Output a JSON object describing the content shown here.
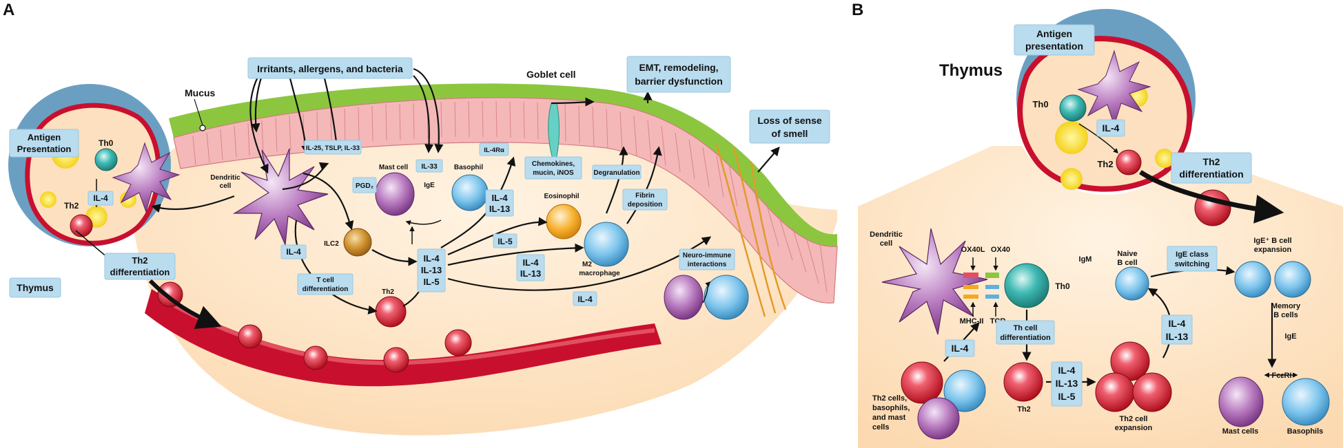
{
  "panels": {
    "a": {
      "letter": "A",
      "labels": {
        "irritants": "Irritants, allergens, and bacteria",
        "mucus": "Mucus",
        "goblet_cell": "Goblet cell",
        "emt_line1": "EMT, remodeling,",
        "emt_line2": "barrier dysfunction",
        "loss_line1": "Loss of sense",
        "loss_line2": "of smell",
        "antigen_line1": "Antigen",
        "antigen_line2": "Presentation",
        "th0": "Th0",
        "il4_thymus": "IL-4",
        "th2_thymus": "Th2",
        "th2diff_line1": "Th2",
        "th2diff_line2": "differentiation",
        "thymus": "Thymus",
        "dendritic_line1": "Dendritic",
        "dendritic_line2": "cell",
        "il25": "IL-25, TSLP, IL-33",
        "mast_cell": "Mast cell",
        "ige": "IgE",
        "basophil": "Basophil",
        "il33": "IL-33",
        "il4ra": "IL-4Rα",
        "chemo_line1": "Chemokines,",
        "chemo_line2": "mucin, iNOS",
        "degranulation": "Degranulation",
        "pgd2": "PGD₂",
        "ilc2": "ILC2",
        "il4_il13_a_line1": "IL-4",
        "il4_il13_a_line2": "IL-13",
        "eosinophil": "Eosinophil",
        "fibrin_line1": "Fibrin",
        "fibrin_line2": "deposition",
        "il4_dc": "IL-4",
        "tcell_line1": "T cell",
        "tcell_line2": "differentiation",
        "il5_small": "IL-5",
        "cyto_line1": "IL-4",
        "cyto_line2": "IL-13",
        "cyto_line3": "IL-5",
        "il4_il13_b_line1": "IL-4",
        "il4_il13_b_line2": "IL-13",
        "m2_line1": "M2",
        "m2_line2": "macrophage",
        "neuro_line1": "Neuro-immune",
        "neuro_line2": "interactions",
        "th2_tissue": "Th2",
        "il4_long": "IL-4"
      }
    },
    "b": {
      "letter": "B",
      "labels": {
        "thymus": "Thymus",
        "antigen_line1": "Antigen",
        "antigen_line2": "presentation",
        "th0_top": "Th0",
        "il4_top": "IL-4",
        "th2_top": "Th2",
        "th2diff_line1": "Th2",
        "th2diff_line2": "differentiation",
        "dendritic_line1": "Dendritic",
        "dendritic_line2": "cell",
        "ox40l": "OX40L",
        "ox40": "OX40",
        "th0": "Th0",
        "mhc": "MHC-II",
        "tcr": "TCR",
        "igm": "IgM",
        "naive_line1": "Naive",
        "naive_line2": "B cell",
        "igeswitch_line1": "IgE class",
        "igeswitch_line2": "switching",
        "igeexp_line1": "IgE⁺ B cell",
        "igeexp_line2": "expansion",
        "memory_line1": "Memory",
        "memory_line2": "B cells",
        "ige": "IgE",
        "fceri": "FcεRI",
        "thdiff_line1": "Th cell",
        "thdiff_line2": "differentiation",
        "il4_left": "IL-4",
        "il4_il13_line1": "IL-4",
        "il4_il13_line2": "IL-13",
        "cyto_line1": "IL-4",
        "cyto_line2": "IL-13",
        "cyto_line3": "IL-5",
        "th2": "Th2",
        "th2exp_line1": "Th2 cell",
        "th2exp_line2": "expansion",
        "cells_line1": "Th2 cells,",
        "cells_line2": "basophils,",
        "cells_line3": "and mast",
        "cells_line4": "cells",
        "mast_cells": "Mast cells",
        "basophils": "Basophils"
      }
    }
  },
  "colors": {
    "label_box": "#b9dcef",
    "thymus_blue": "#6b9fc2",
    "mucus_green": "#8cc63f",
    "epithelium_pink": "#f4b8b8",
    "tissue_peach": "#fde0bf",
    "vessel_red": "#c8102e",
    "dendritic_purple": "#a45ba8",
    "th0_teal": "#2aa5a0",
    "basophil_blue": "#5bb1e0",
    "eosinophil_orange": "#f5a623",
    "ilc2_brown": "#c48a2c"
  }
}
